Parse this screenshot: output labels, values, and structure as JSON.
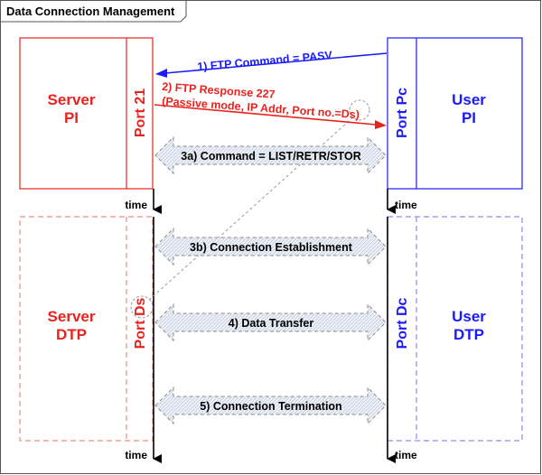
{
  "title": "Data Connection Management",
  "server_pi": {
    "line1": "Server",
    "line2": "PI",
    "port": "Port 21"
  },
  "user_pi": {
    "line1": "User",
    "line2": "PI",
    "port": "Port Pc"
  },
  "server_dtp": {
    "line1": "Server",
    "line2": "DTP",
    "port": "Port Ds"
  },
  "user_dtp": {
    "line1": "User",
    "line2": "DTP",
    "port": "Port Dc"
  },
  "time_label": "time",
  "messages": {
    "ftp_command": "1) FTP Command = PASV",
    "ftp_response_line1": "2) FTP Response 227",
    "ftp_response_line2": "(Passive mode, IP Addr, Port no.=Ds)"
  },
  "exchanges": {
    "command": "3a) Command = LIST/RETR/STOR",
    "establish": "3b) Connection Establishment",
    "transfer": "4) Data Transfer",
    "terminate": "5) Connection Termination"
  },
  "colors": {
    "server": "#e8231e",
    "server_dashed": "#f08a85",
    "user": "#1a1aff",
    "user_dashed": "#8a8af5",
    "arrow_fill": "#e6ecf4",
    "arrow_stroke": "#8a8a8a"
  }
}
